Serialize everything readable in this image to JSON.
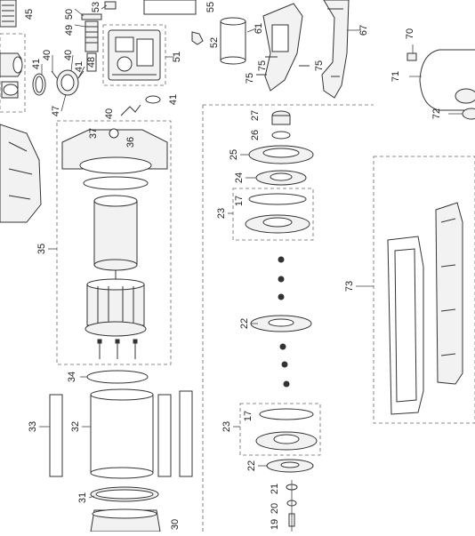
{
  "labels": {
    "l45": "45",
    "l53": "53",
    "l55": "55",
    "l40a": "40",
    "l49": "49",
    "l50": "50",
    "l51": "51",
    "l52": "52",
    "l61": "61",
    "l67": "67",
    "l70": "70",
    "l71": "71",
    "l41a": "41",
    "l40b": "40",
    "l41b": "41",
    "l48": "48",
    "l47": "47",
    "l75a": "75",
    "l75b": "75",
    "l75c": "75",
    "l40c": "40",
    "l41c": "41",
    "l72": "72",
    "l27": "27",
    "l26": "26",
    "l37": "37",
    "l36": "36",
    "l25": "25",
    "l24": "24",
    "l23a": "23",
    "l17a": "17",
    "l35": "35",
    "l73": "73",
    "l22a": "22",
    "l34": "34",
    "l17b": "17",
    "l23b": "23",
    "l33": "33",
    "l32": "32",
    "l22b": "22",
    "l21": "21",
    "l31": "31",
    "l20": "20",
    "l19": "19",
    "l30": "30"
  }
}
